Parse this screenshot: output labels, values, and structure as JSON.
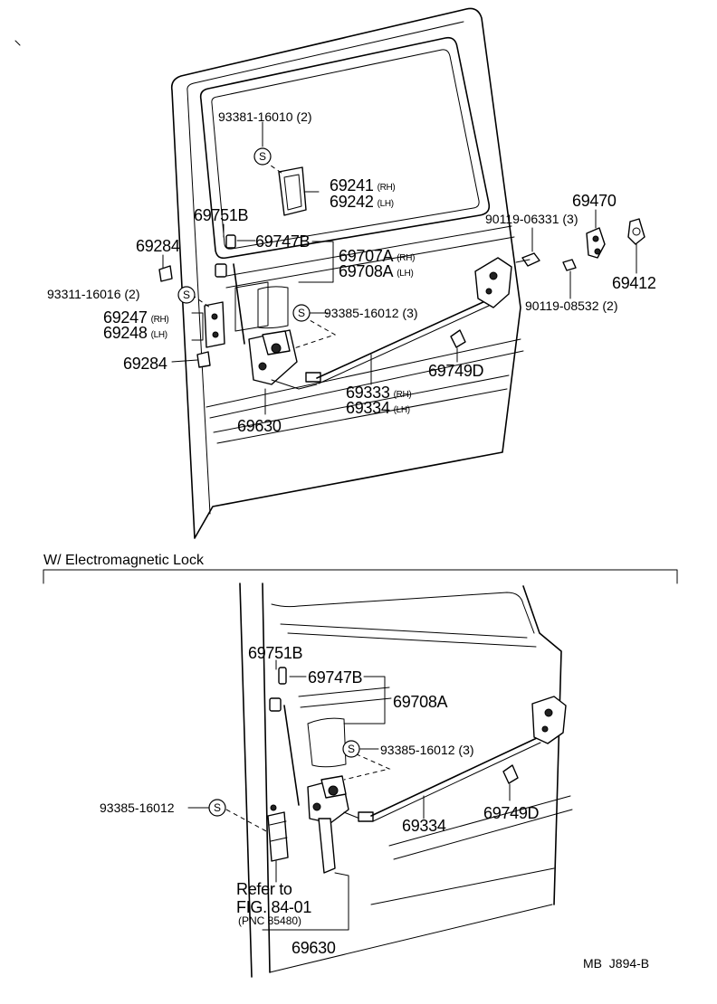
{
  "top": {
    "screw_93381": {
      "part": "93381-16010",
      "qty": "(2)"
    },
    "handle_rh": {
      "part": "69241",
      "side": "(RH)"
    },
    "handle_lh": {
      "part": "69242",
      "side": "(LH)"
    },
    "clip_69751b": "69751B",
    "rod_69747b": "69747B",
    "rod_rh": {
      "part": "69707A",
      "side": "(RH)"
    },
    "rod_lh": {
      "part": "69708A",
      "side": "(LH)"
    },
    "bracket_69284_a": "69284",
    "screw_93311": {
      "part": "93311-16016",
      "qty": "(2)"
    },
    "hinge_rh": {
      "part": "69247",
      "side": "(RH)"
    },
    "hinge_lh": {
      "part": "69248",
      "side": "(LH)"
    },
    "bracket_69284_b": "69284",
    "screw_93385": {
      "part": "93385-16012",
      "qty": "(3)"
    },
    "lock_69630": "69630",
    "cable_rh": {
      "part": "69333",
      "side": "(RH)"
    },
    "cable_lh": {
      "part": "69334",
      "side": "(LH)"
    },
    "clamp_69749d": "69749D",
    "striker_69470": "69470",
    "bolt_90119_06331": {
      "part": "90119-06331",
      "qty": "(3)"
    },
    "bolt_90119_08532": {
      "part": "90119-08532",
      "qty": "(2)"
    },
    "plate_69412": "69412",
    "s_symbol": "S"
  },
  "section_title": "W/ Electromagnetic Lock",
  "bottom": {
    "clip_69751b": "69751B",
    "rod_69747b": "69747B",
    "rod_69708a": "69708A",
    "screw_93385": {
      "part": "93385-16012",
      "qty": "(3)"
    },
    "solenoid_screw": "93385-16012",
    "cable_69334": "69334",
    "clamp_69749d": "69749D",
    "refer_line1": "Refer to",
    "refer_line2": "FIG. 84-01",
    "refer_line3": "(PNC 85480)",
    "lock_69630": "69630"
  },
  "footer": {
    "code": "MB",
    "figure": "J894-B"
  }
}
